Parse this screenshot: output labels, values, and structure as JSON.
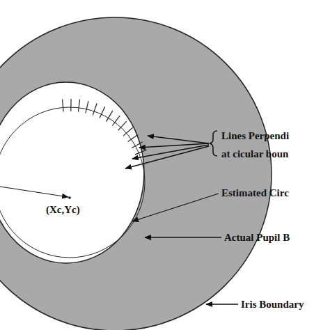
{
  "diagram": {
    "labels": [
      "Lines Perpendi",
      "at cicular boun",
      "Estimated Circ",
      "Actual Pupil B",
      "Iris Boundary",
      "(Xc,Yc)"
    ]
  }
}
